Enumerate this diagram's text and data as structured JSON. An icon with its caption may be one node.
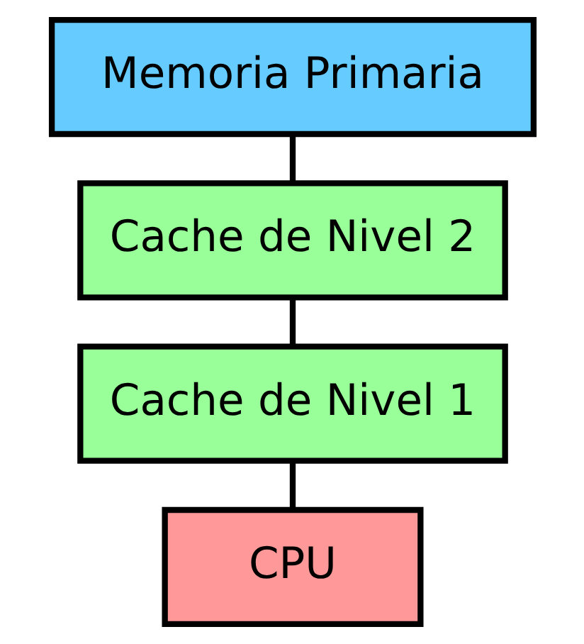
{
  "diagram": {
    "nodes": [
      {
        "text": [
          "Memoria Primaria"
        ]
      },
      {
        "text": [
          "Cache de Nivel 2"
        ]
      },
      {
        "text": [
          "Cache de Nivel 1"
        ]
      },
      {
        "text": [
          "CPU"
        ]
      }
    ],
    "edges": [
      {
        "from": 0,
        "to": 1,
        "arrow": "none"
      },
      {
        "from": 1,
        "to": 2,
        "arrow": "none"
      },
      {
        "from": 2,
        "to": 3,
        "arrow": "none"
      }
    ]
  }
}
